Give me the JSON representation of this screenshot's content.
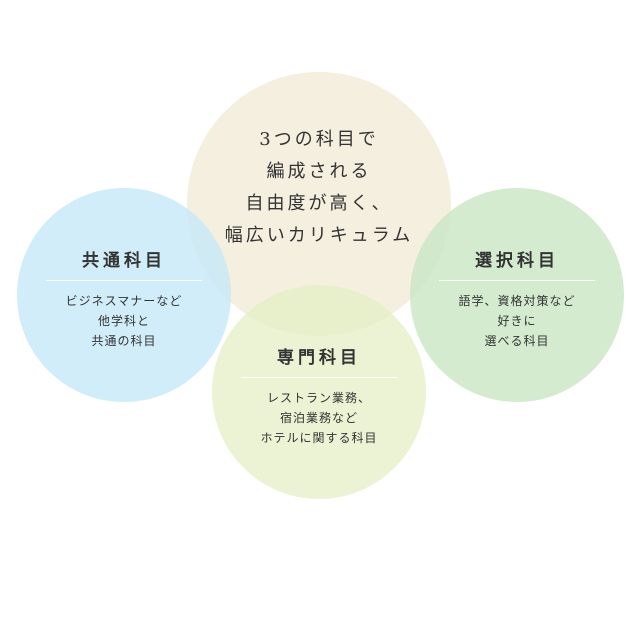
{
  "colors": {
    "top_circle": "#f2ecd9",
    "left_circle": "#c4e8f7",
    "right_circle": "#c9e6c4",
    "bottom_circle": "#e3efc4",
    "text": "#333333"
  },
  "center": {
    "lines": [
      "3つの科目で",
      "編成される",
      "自由度が高く、",
      "幅広いカリキュラム"
    ]
  },
  "left": {
    "title": "共通科目",
    "lines": [
      "ビジネスマナーなど",
      "他学科と",
      "共通の科目"
    ]
  },
  "right": {
    "title": "選択科目",
    "lines": [
      "語学、資格対策など",
      "好きに",
      "選べる科目"
    ]
  },
  "bottom": {
    "title": "専門科目",
    "lines": [
      "レストラン業務、",
      "宿泊業務など",
      "ホテルに関する科目"
    ]
  }
}
